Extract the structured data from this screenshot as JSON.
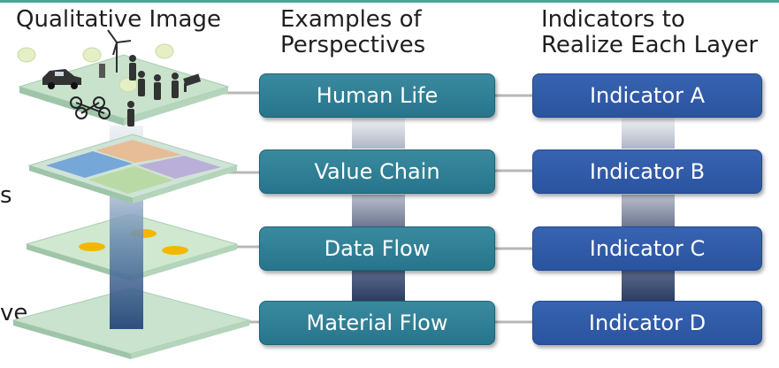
{
  "headers": {
    "qualitative": "Qualitative Image",
    "perspectives": [
      "Examples of",
      "Perspectives"
    ],
    "indicators": [
      "Indicators to",
      "Realize Each Layer"
    ]
  },
  "cut_off_text": [
    "s",
    "ve"
  ],
  "layers": [
    {
      "perspective": "Human Life",
      "indicator": "Indicator A"
    },
    {
      "perspective": "Value Chain",
      "indicator": "Indicator B"
    },
    {
      "perspective": "Data Flow",
      "indicator": "Indicator C"
    },
    {
      "perspective": "Material Flow",
      "indicator": "Indicator D"
    }
  ],
  "colors": {
    "accent_rule": "#4aa59a",
    "perspective_box": "#27758c",
    "indicator_box": "#2a54a0",
    "layer_fill": "#cfe6d3",
    "quadrant_blue": "#6aa0d8",
    "quadrant_orange": "#e8b890",
    "quadrant_purple": "#b7a9d8",
    "quadrant_green": "#b6d8a0",
    "data_dot": "#f2b800"
  }
}
